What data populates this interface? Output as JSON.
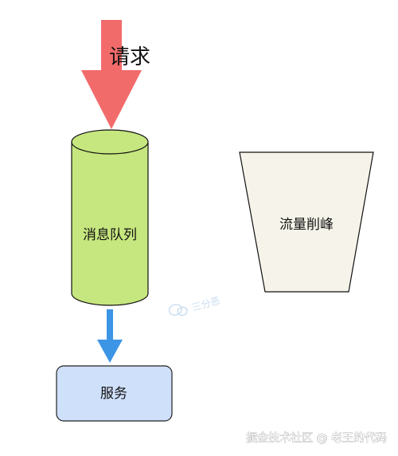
{
  "request": {
    "label": "请求",
    "arrow_color": "#f26b6b"
  },
  "queue": {
    "label": "消息队列",
    "fill": "#c6e67f",
    "stroke": "#111111"
  },
  "connector": {
    "arrow_color": "#3d95e6"
  },
  "service": {
    "label": "服务",
    "fill": "#cfe0fb",
    "stroke": "#222222"
  },
  "peak": {
    "label": "流量削峰",
    "fill": "#f6f4ea",
    "stroke": "#111111"
  },
  "watermark": {
    "text": "三分恶",
    "icon": "chat-bubble-icon"
  },
  "footer": {
    "text": "掘金技术社区 @ 老王的代码"
  }
}
